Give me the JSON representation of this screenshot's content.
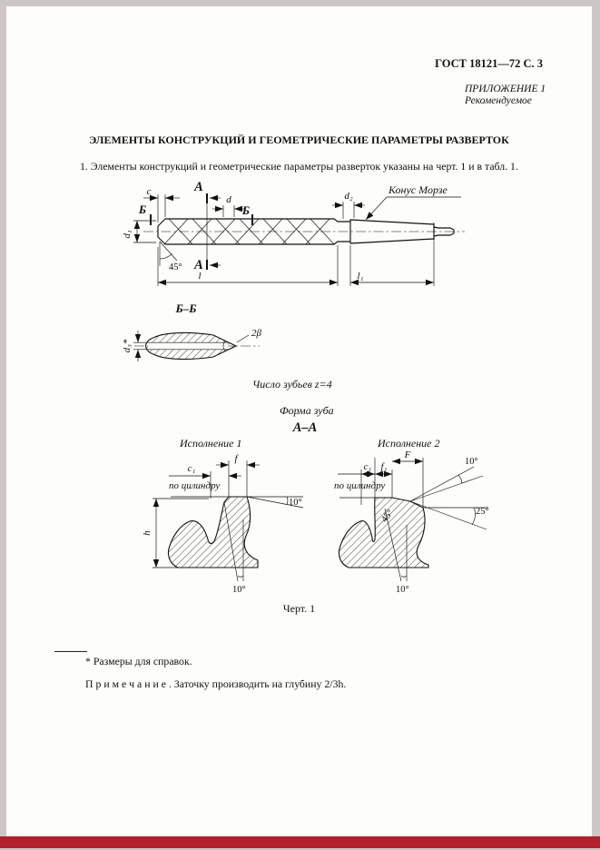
{
  "page": {
    "doc_ref": "ГОСТ 18121—72 С. 3",
    "appendix_title": "ПРИЛОЖЕНИЕ 1",
    "appendix_kind": "Рекомендуемое",
    "heading": "ЭЛЕМЕНТЫ КОНСТРУКЦИЙ И ГЕОМЕТРИЧЕСКИЕ ПАРАМЕТРЫ РАЗВЕРТОК",
    "para1": "1. Элементы конструкций и геометрические параметры разверток указаны на черт. 1 и в табл. 1.",
    "figure_caption": "Черт. 1",
    "footnote": "* Размеры для справок.",
    "note": "П р и м е ч а н и е .  Заточку производить на глубину 2/3h."
  },
  "colors": {
    "page_border": "#cdc6c6",
    "bottom_strip": "#b2202e"
  },
  "drawing": {
    "main": {
      "dim_c": "c",
      "section_a": "А",
      "section_b": "Б",
      "dim_d": "d",
      "dim_d1": "d₁",
      "dim_d2": "d₂",
      "chamfer_angle": "45°",
      "dim_l": "l",
      "dim_l1": "l₁",
      "morse_label": "Конус Морзе"
    },
    "section_bb": {
      "title": "Б–Б",
      "dim_d3": "d₃*",
      "angle_2beta": "2β"
    },
    "teeth_count": "Число зубьев z=4",
    "tooth_form": "Форма зуба",
    "section_aa": "А–А",
    "version1": {
      "title": "Исполнение 1",
      "dim_c1": "c₁",
      "dim_f": "f",
      "on_cylinder": "по цилиндру",
      "dim_h": "h",
      "angle_top": "10°",
      "angle_bottom": "10°"
    },
    "version2": {
      "title": "Исполнение 2",
      "dim_F": "F",
      "dim_c1": "c₁",
      "dim_f1": "f₁",
      "on_cylinder": "по цилиндру",
      "angle_top": "10°",
      "angle_mid": "25°",
      "angle_face": "45°",
      "angle_bottom": "10°"
    }
  }
}
